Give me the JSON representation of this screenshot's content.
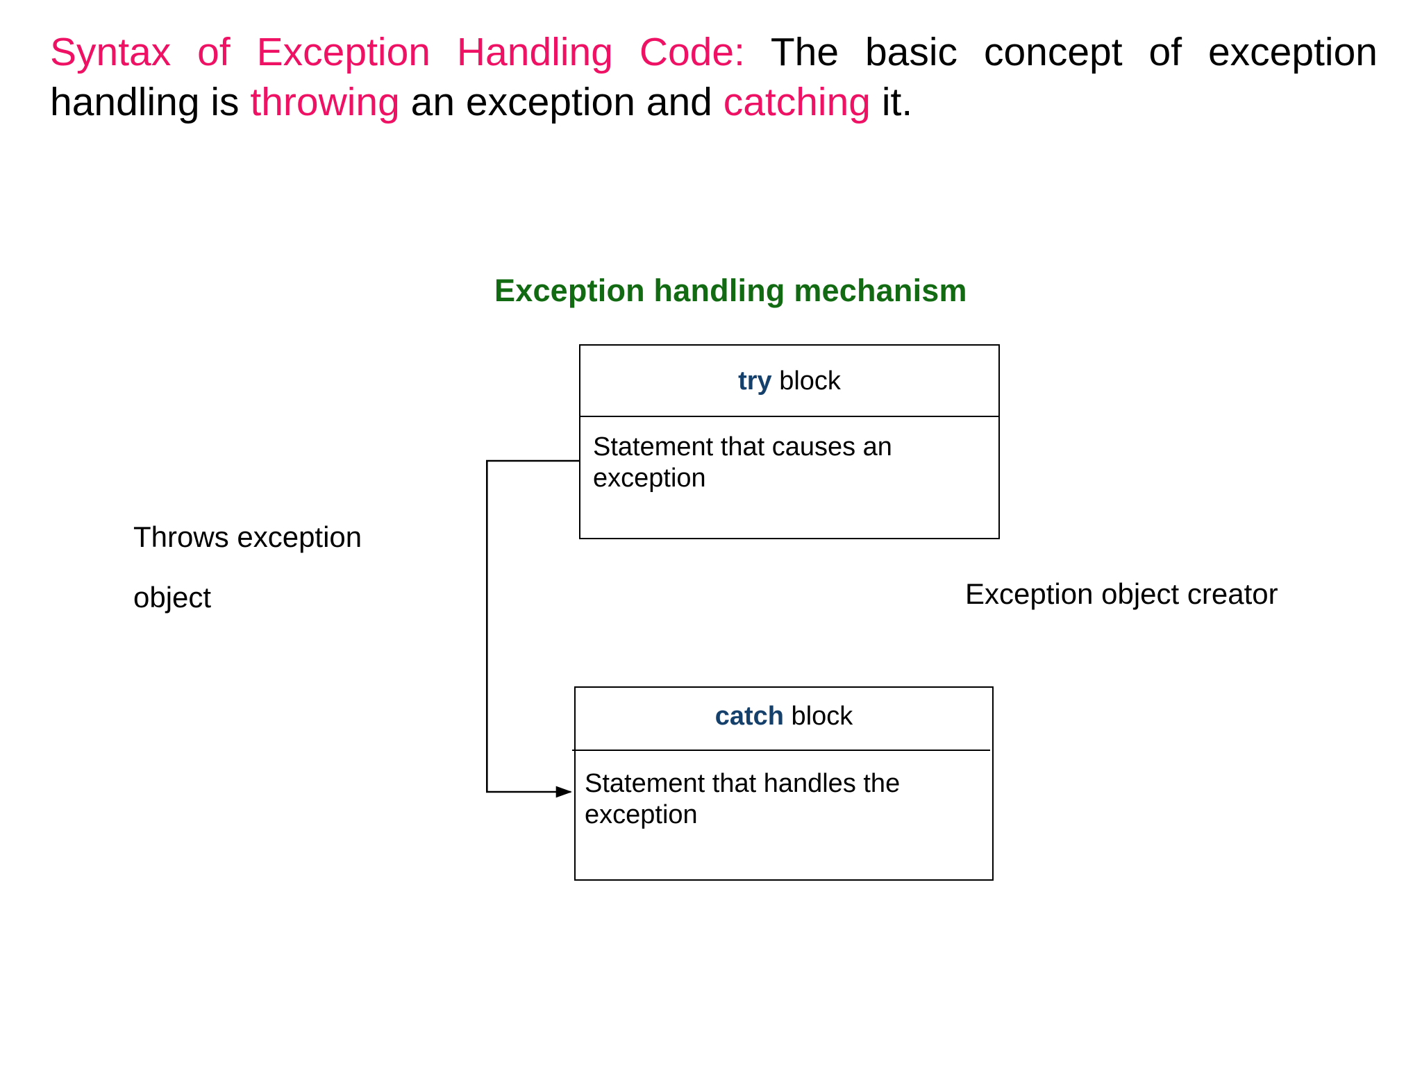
{
  "slide": {
    "intro": {
      "heading": "Syntax of Exception Handling Code:",
      "body_part1": " The basic concept of exception handling is ",
      "highlight1": "throwing",
      "body_part2": " an exception and ",
      "highlight2": "catching",
      "body_part3": " it."
    },
    "diagram": {
      "title": "Exception handling mechanism",
      "try_block": {
        "keyword": "try",
        "header_suffix": " block",
        "body": "Statement that causes an exception"
      },
      "catch_block": {
        "keyword": "catch",
        "header_suffix": " block",
        "body": "Statement that handles the exception"
      },
      "annotations": {
        "throws_line1": "Throws exception",
        "throws_line2": "object",
        "creator": "Exception object creator"
      },
      "arrow": {
        "name": "throws-exception-arrow",
        "direction": "right"
      }
    },
    "colors": {
      "heading_pink": "#EE1164",
      "diagram_title_green": "#126B12",
      "keyword_blue": "#15406B",
      "text_black": "#000000",
      "background": "#FFFFFF",
      "border": "#000000"
    }
  }
}
